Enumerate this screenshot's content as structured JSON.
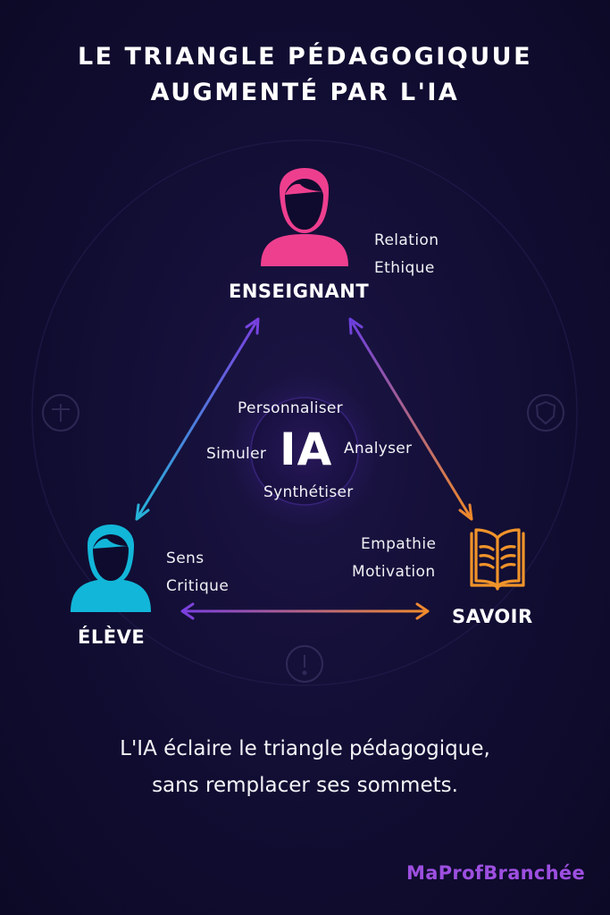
{
  "title": {
    "line1": "LE TRIANGLE PÉDAGOGIQUUE",
    "line2": "AUGMENTÉ PAR L'IA"
  },
  "vertices": {
    "teacher": {
      "label": "ENSEIGNANT",
      "icon": "person-icon",
      "color": "#ee3f8f",
      "notes": [
        "Relation",
        "Ethique"
      ]
    },
    "student": {
      "label": "ÉLÈVE",
      "icon": "person-icon",
      "color": "#12b6d8",
      "notes": [
        "Sens",
        "Critique"
      ]
    },
    "knowledge": {
      "label": "SAVOIR",
      "icon": "open-book-icon",
      "color": "#f0932a",
      "notes": [
        "Empathie",
        "Motivation"
      ]
    }
  },
  "center": {
    "label": "IA",
    "verbs": [
      "Personnaliser",
      "Simuler",
      "Analyser",
      "Synthétiser"
    ]
  },
  "caption": {
    "line1": "L'IA éclaire le triangle pédagogique,",
    "line2": "sans remplacer ses sommets."
  },
  "brand": "MaProfBranchée"
}
